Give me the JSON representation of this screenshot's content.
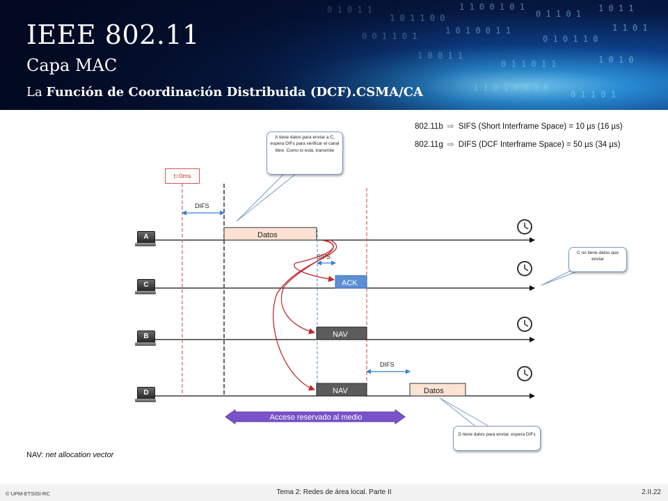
{
  "header": {
    "title": "IEEE 802.11",
    "subtitle": "Capa MAC",
    "section_prefix": "La ",
    "section_bold": "Función de Coordinación Distribuida (DCF).CSMA/CA"
  },
  "info": {
    "line1_std": "802.11b",
    "line1_text": "SIFS (Short Interframe Space) = 10 µs (16 µs)",
    "line2_std": "802.11g",
    "line2_text": "DIFS (DCF Interframe Space) = 50 µs (34 µs)",
    "arrow_glyph": "⇨"
  },
  "callouts": {
    "a_text": "A tiene datos para enviar a C, espera DIFs para verificar el canal libre. Como lo está, transmite",
    "c_text": "C no tiene datos que enviar",
    "d_text": "D tiene datos para enviar, espera DIFs"
  },
  "timeline": {
    "t0_label": "t=0ms",
    "difs_label_1": "DIFS",
    "sifs_label": "SIFS",
    "difs_label_2": "DIFS",
    "frames": {
      "datos_a": "Datos",
      "ack": "ACK",
      "nav_b": "NAV",
      "nav_d": "NAV",
      "datos_d": "Datos"
    },
    "access_label": "Acceso reservado al medio",
    "stations": [
      "A",
      "C",
      "B",
      "D"
    ]
  },
  "colors": {
    "datos_fill": "#fbe2d3",
    "ack_fill": "#5b8fd6",
    "nav_fill": "#5c5c5c",
    "access_arrow": "#7a52c9",
    "red_curve": "#c0282d",
    "dashed_red": "#e05a5a"
  },
  "icons": [
    "clock-icon",
    "laptop-icon"
  ],
  "notes": {
    "nav_prefix": "NAV: ",
    "nav_def": "net allocation vector"
  },
  "footer": {
    "left": "© UPM-ETSISI-RC",
    "center": "Tema 2: Redes de área local. Parte II",
    "right": "2.II.22"
  }
}
